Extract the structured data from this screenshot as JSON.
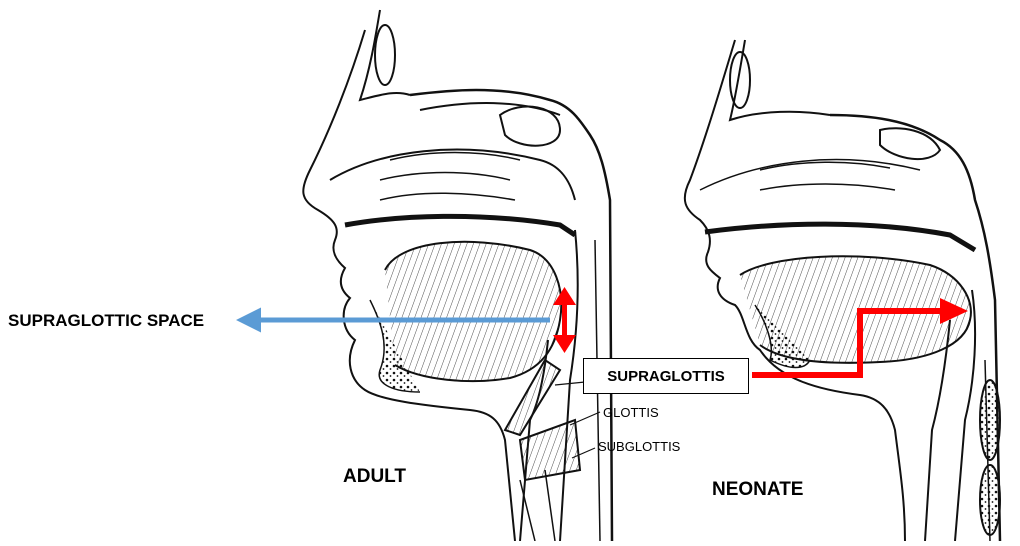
{
  "labels": {
    "supraglottic_space": "SUPRAGLOTTIC SPACE",
    "supraglottis": "SUPRAGLOTTIS",
    "glottis": "GLOTTIS",
    "subglottis": "SUBGLOTTIS",
    "adult": "ADULT",
    "neonate": "NEONATE"
  },
  "colors": {
    "blue_arrow": "#5b9bd5",
    "red_arrow": "#ff0000",
    "ink": "#111111"
  }
}
